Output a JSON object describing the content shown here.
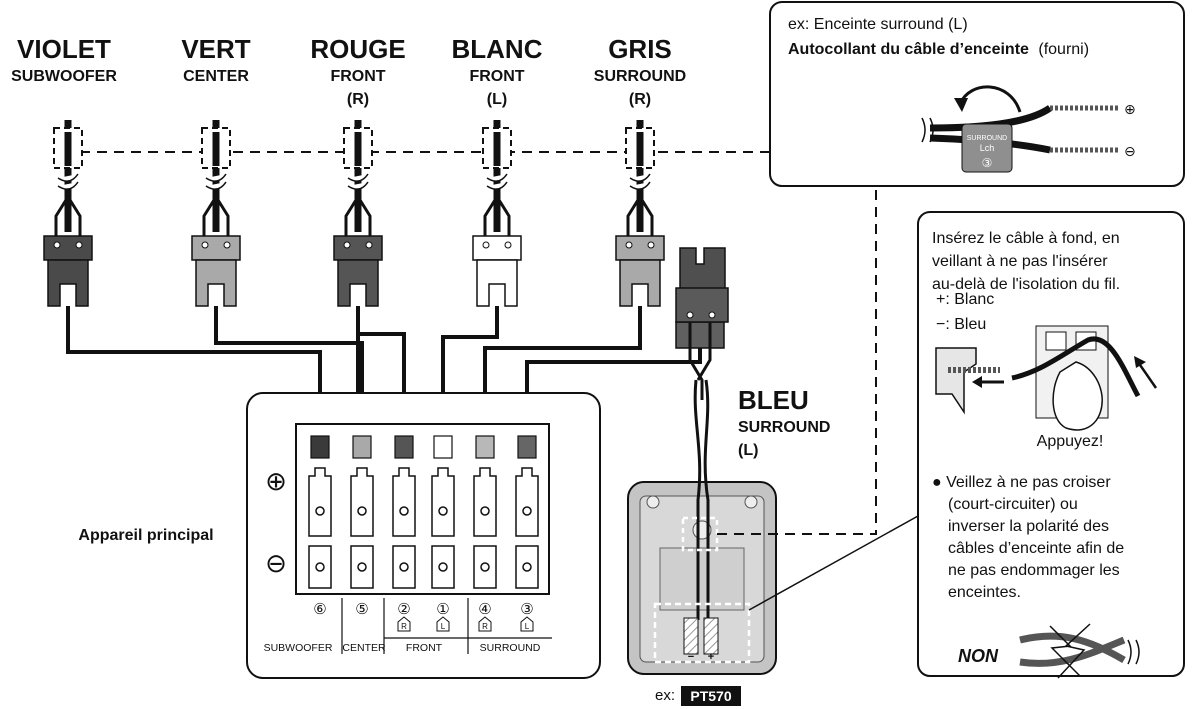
{
  "connectors": [
    {
      "color": "VIOLET",
      "role": "SUBWOOFER",
      "side": ""
    },
    {
      "color": "VERT",
      "role": "CENTER",
      "side": ""
    },
    {
      "color": "ROUGE",
      "role": "FRONT",
      "side": "(R)"
    },
    {
      "color": "BLANC",
      "role": "FRONT",
      "side": "(L)"
    },
    {
      "color": "GRIS",
      "role": "SURROUND",
      "side": "(R)"
    }
  ],
  "plug_colors": [
    "#4a4a4a",
    "#a9a9a9",
    "#555555",
    "#ffffff",
    "#a9a9a9"
  ],
  "bleu": {
    "color": "BLEU",
    "role": "SURROUND",
    "side": "(L)",
    "plug_color": "#606060"
  },
  "top_box": {
    "line1": "ex: Enceinte surround (L)",
    "line2_bold": "Autocollant du câble d’enceinte",
    "line2_rest": "(fourni)",
    "sticker_line1": "SURROUND",
    "sticker_line2": "Lch",
    "sticker_num": "③",
    "plus": "⊕",
    "minus": "⊖"
  },
  "right_box": {
    "lines": [
      "Insérez le câble à fond, en",
      "veillant à ne pas l'insérer",
      "au-delà de l'isolation du fil."
    ],
    "plus_label": "+: Blanc",
    "minus_label": "−: Bleu",
    "press": "Appuyez!",
    "bullet_lines": [
      "● Veillez à ne pas croiser",
      "(court-circuiter) ou",
      "inverser la polarité des",
      "câbles d’enceinte afin de",
      "ne pas endommager les",
      "enceintes."
    ],
    "non": "NON"
  },
  "main_unit": {
    "label": "Appareil principal",
    "plus_symbol": "⊕",
    "minus_symbol": "⊖",
    "terminal_colors": [
      "#3a3a3a",
      "#a9a9a9",
      "#555555",
      "#ffffff",
      "#b8b8b8",
      "#666666"
    ],
    "numbers": [
      "⑥",
      "⑤",
      "②",
      "①",
      "④",
      "③"
    ],
    "sub_letters": [
      "",
      "",
      "R",
      "L",
      "R",
      "L"
    ],
    "bottom_labels": [
      "SUBWOOFER",
      "CENTER",
      "FRONT",
      "SURROUND"
    ]
  },
  "model": {
    "prefix": "ex:",
    "badge": "PT570"
  }
}
